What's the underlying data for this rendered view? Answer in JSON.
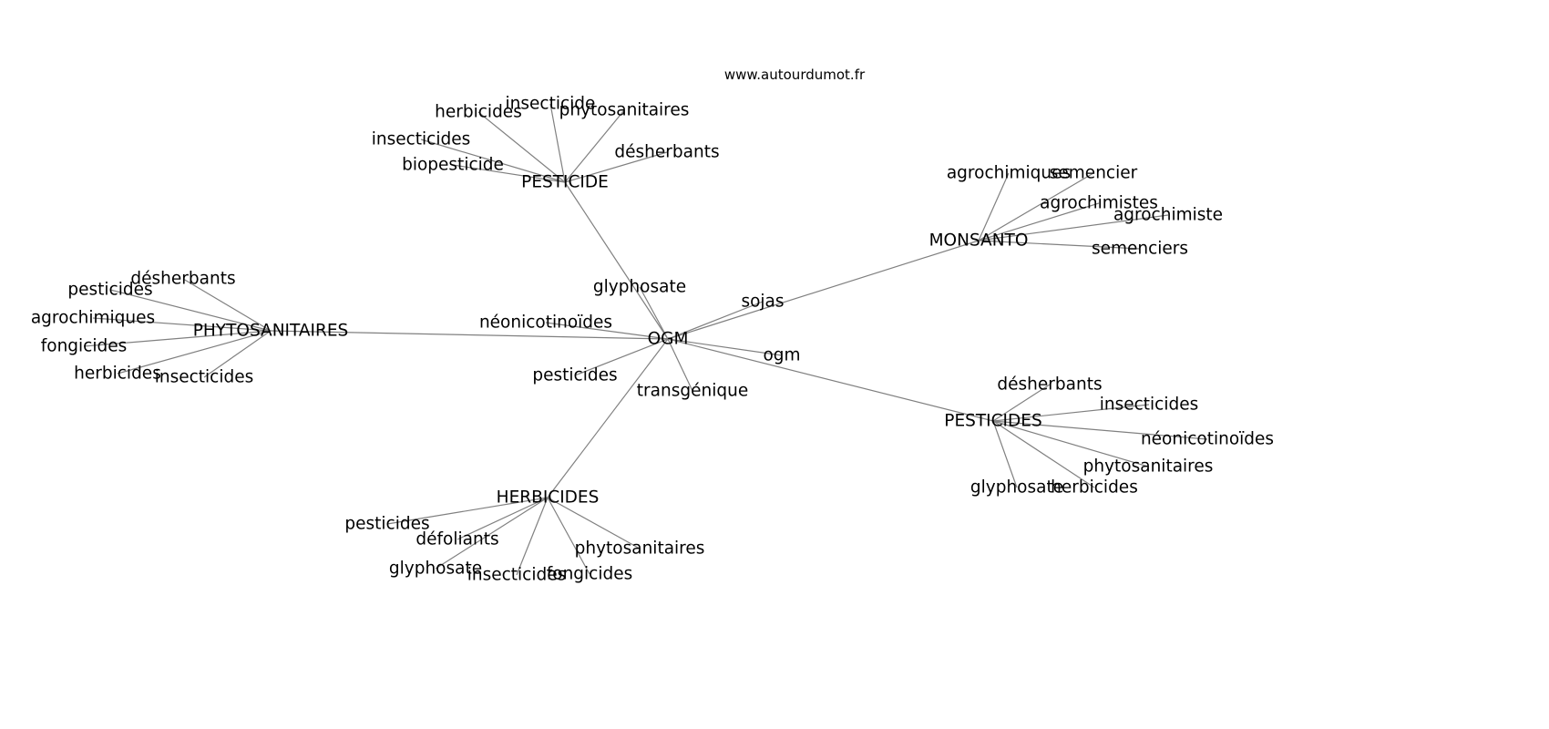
{
  "site_credit": "www.autourdumot.fr",
  "edge_color": "#808080",
  "text_color": "#000000",
  "center": {
    "id": "ogm",
    "label": "OGM"
  },
  "hubs": [
    {
      "id": "pesticide",
      "label": "PESTICIDE",
      "leaves": [
        "herbicides",
        "insecticide",
        "phytosanitaires",
        "insecticides",
        "biopesticide",
        "désherbants"
      ]
    },
    {
      "id": "monsanto",
      "label": "MONSANTO",
      "leaves": [
        "agrochimiques",
        "semencier",
        "agrochimistes",
        "agrochimiste",
        "semenciers"
      ]
    },
    {
      "id": "phytosanitaires",
      "label": "PHYTOSANITAIRES",
      "leaves": [
        "désherbants",
        "pesticides",
        "agrochimiques",
        "fongicides",
        "herbicides",
        "insecticides"
      ]
    },
    {
      "id": "pesticides",
      "label": "PESTICIDES",
      "leaves": [
        "désherbants",
        "insecticides",
        "néonicotinoïdes",
        "phytosanitaires",
        "glyphosate",
        "herbicides"
      ]
    },
    {
      "id": "herbicides",
      "label": "HERBICIDES",
      "leaves": [
        "pesticides",
        "défoliants",
        "glyphosate",
        "insecticides",
        "fongicides",
        "phytosanitaires"
      ]
    }
  ],
  "direct_terms": [
    "glyphosate",
    "sojas",
    "néonicotinoïdes",
    "ogm",
    "pesticides",
    "transgénique"
  ]
}
